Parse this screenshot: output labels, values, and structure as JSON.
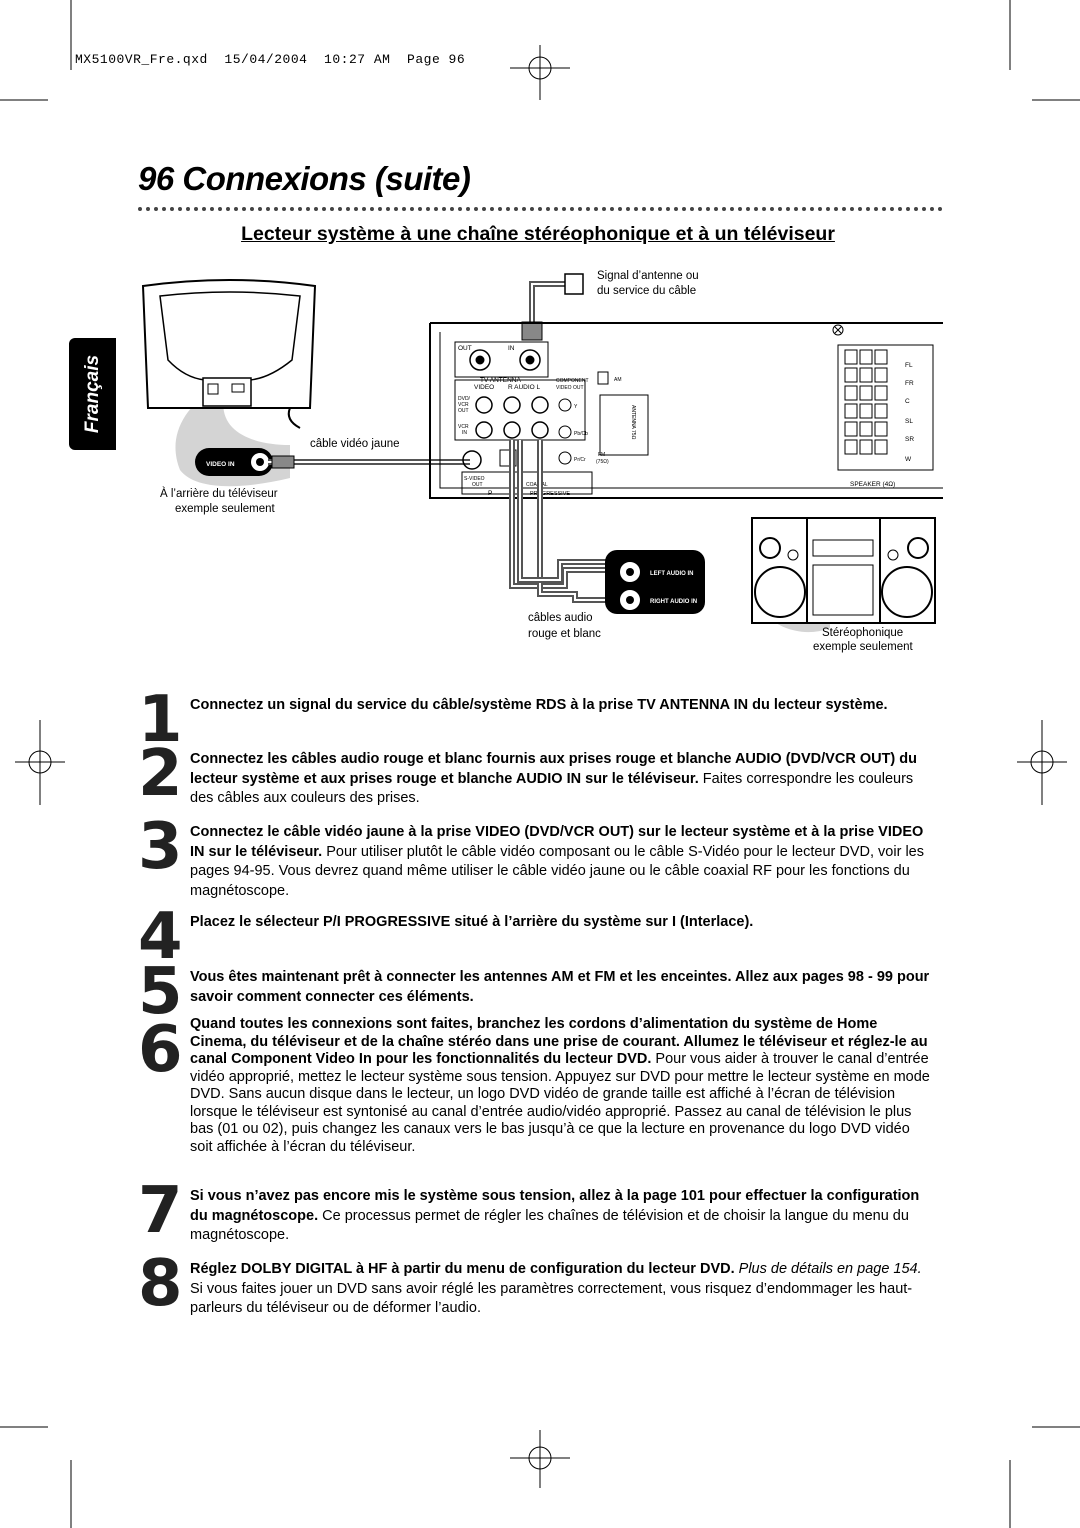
{
  "slug": "MX5100VR_Fre.qxd  15/04/2004  10:27 AM  Page 96",
  "page_title": "96  Connexions (suite)",
  "side_tab": "Français",
  "subtitle": "Lecteur système à une chaîne stéréophonique et à un téléviseur",
  "diagram": {
    "antenna_signal": [
      "Signal d’antenne ou",
      "du service du câble"
    ],
    "yellow_cable": "câble vidéo jaune",
    "tv_caption": [
      "À l’arrière du téléviseur",
      "exemple seulement"
    ],
    "audio_cables": [
      "câbles audio",
      "rouge et blanc"
    ],
    "stereo_caption": [
      "Stéréophonique",
      "exemple seulement"
    ],
    "tv_video_in": "VIDEO IN",
    "left_audio_in": "LEFT AUDIO IN",
    "right_audio_in": "RIGHT AUDIO IN",
    "panel": {
      "out": "OUT",
      "in": "IN",
      "tv_antenna": "TV ANTENNA",
      "video": "VIDEO",
      "r_audio_l": "R  AUDIO  L",
      "component": "COMPONENT",
      "video_out": "VIDEO OUT",
      "dvd_vcr_out": [
        "DVD/",
        "VCR",
        "OUT"
      ],
      "vcr_in": [
        "VCR",
        "IN"
      ],
      "y": "Y",
      "pbcb": "Pb/Cb",
      "prcr": "Pr/Cr",
      "am": "AM",
      "antenna_75": "ANTENNA 75Ω",
      "fm": "FM",
      "fm_75": "(75Ω)",
      "svideo": "S-VIDEO",
      "svideo_out": "OUT",
      "coaxial": "COAXIAL",
      "p": "P",
      "progressive": "PROGRESSIVE",
      "speakers": [
        "FL",
        "FR",
        "C",
        "SL",
        "SR",
        "W"
      ],
      "speaker_label": "SPEAKER (4Ω)"
    }
  },
  "steps": [
    {
      "num": "1",
      "bold": "Connectez un signal du service du câble/système RDS à la prise TV ANTENNA IN du lecteur système.",
      "text": ""
    },
    {
      "num": "2",
      "bold": "Connectez les câbles audio rouge et blanc fournis aux prises rouge et blanche AUDIO (DVD/VCR OUT) du lecteur système et aux prises rouge et blanche AUDIO IN sur le téléviseur.",
      "text": " Faites correspondre les couleurs des câbles aux couleurs des prises."
    },
    {
      "num": "3",
      "bold": "Connectez le câble vidéo jaune à la prise VIDEO (DVD/VCR OUT) sur le lecteur système et à la prise VIDEO IN sur le téléviseur.",
      "text": " Pour utiliser plutôt le câble vidéo composant ou le câble S-Vidéo pour le lecteur DVD, voir les pages 94-95. Vous devrez quand même utiliser le câble vidéo jaune ou le câble coaxial RF pour les fonctions du magnétoscope."
    },
    {
      "num": "4",
      "bold": "Placez le sélecteur P/I PROGRESSIVE situé à l’arrière du système sur I (Interlace).",
      "text": ""
    },
    {
      "num": "5",
      "bold": "Vous êtes maintenant prêt à connecter les antennes AM et FM et les enceintes. Allez aux pages 98 - 99 pour savoir comment connecter ces éléments.",
      "text": ""
    },
    {
      "num": "6",
      "bold": "Quand toutes les connexions sont faites, branchez les cordons d’alimentation du système de Home Cinema, du téléviseur et de la chaîne stéréo dans une prise de courant. Allumez le téléviseur et réglez-le au canal Component Video In pour les fonctionnalités du lecteur DVD.",
      "text": " Pour vous aider à trouver le canal d’entrée vidéo approprié, mettez le lecteur système sous tension. Appuyez sur DVD pour mettre le lecteur système en mode DVD. Sans aucun disque dans le lecteur, un logo DVD vidéo de grande taille est affiché à l’écran de télévision lorsque le téléviseur est syntonisé au canal d’entrée audio/vidéo approprié. Passez au canal de télévision le plus bas (01 ou 02), puis changez les canaux vers le bas jusqu’à ce que la lecture en provenance du logo DVD vidéo soit affichée à l’écran du téléviseur."
    },
    {
      "num": "7",
      "bold": "Si vous n’avez pas encore mis le système sous tension, allez à la page 101 pour effectuer la configuration du magnétoscope.",
      "text": " Ce processus permet de régler les chaînes de télévision et de choisir la langue du menu du magnétoscope."
    },
    {
      "num": "8",
      "bold": "Réglez DOLBY DIGITAL à HF à partir du menu de configuration du lecteur DVD.",
      "italic": " Plus de détails en page 154.",
      "text": " Si vous faites jouer un DVD sans avoir réglé les paramètres correctement, vous risquez d’endommager les haut-parleurs du téléviseur ou de déformer l’audio."
    }
  ]
}
